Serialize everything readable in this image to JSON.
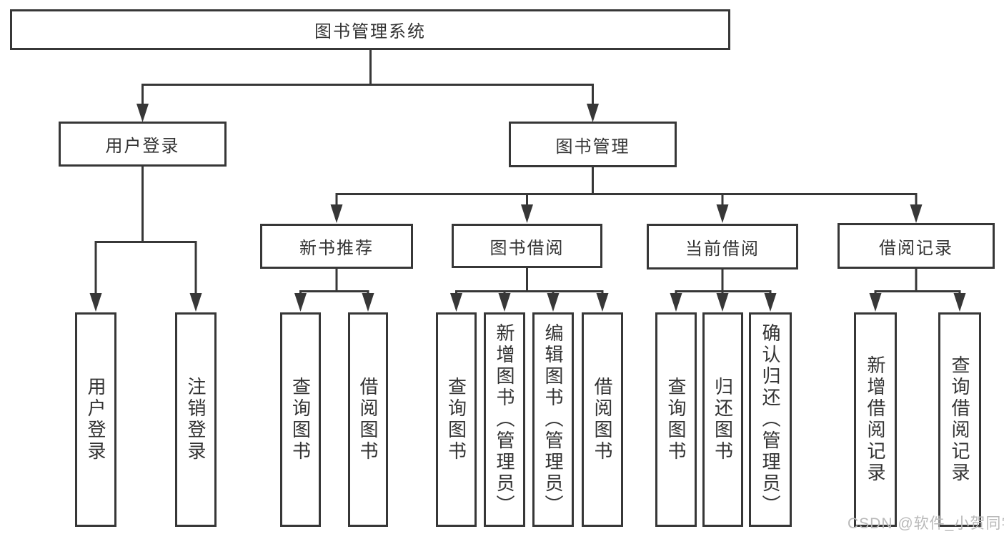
{
  "tree": {
    "label": "图书管理系统",
    "children": [
      {
        "label": "用户登录",
        "children": [
          {
            "label": "用户登录"
          },
          {
            "label": "注销登录"
          }
        ]
      },
      {
        "label": "图书管理",
        "children": [
          {
            "label": "新书推荐",
            "children": [
              {
                "label": "查询图书"
              },
              {
                "label": "借阅图书"
              }
            ]
          },
          {
            "label": "图书借阅",
            "children": [
              {
                "label": "查询图书"
              },
              {
                "label": "新增图书（管理员）"
              },
              {
                "label": "编辑图书（管理员）"
              },
              {
                "label": "借阅图书"
              }
            ]
          },
          {
            "label": "当前借阅",
            "children": [
              {
                "label": "查询图书"
              },
              {
                "label": "归还图书"
              },
              {
                "label": "确认归还（管理员）"
              }
            ]
          },
          {
            "label": "借阅记录",
            "children": [
              {
                "label": "新增借阅记录"
              },
              {
                "label": "查询借阅记录"
              }
            ]
          }
        ]
      }
    ]
  },
  "watermark": {
    "text": "CSDN @软件_小贺同学"
  },
  "colors": {
    "line": "#373737",
    "text": "#333333",
    "watermark": "#b9b9b9",
    "background": "#ffffff"
  }
}
